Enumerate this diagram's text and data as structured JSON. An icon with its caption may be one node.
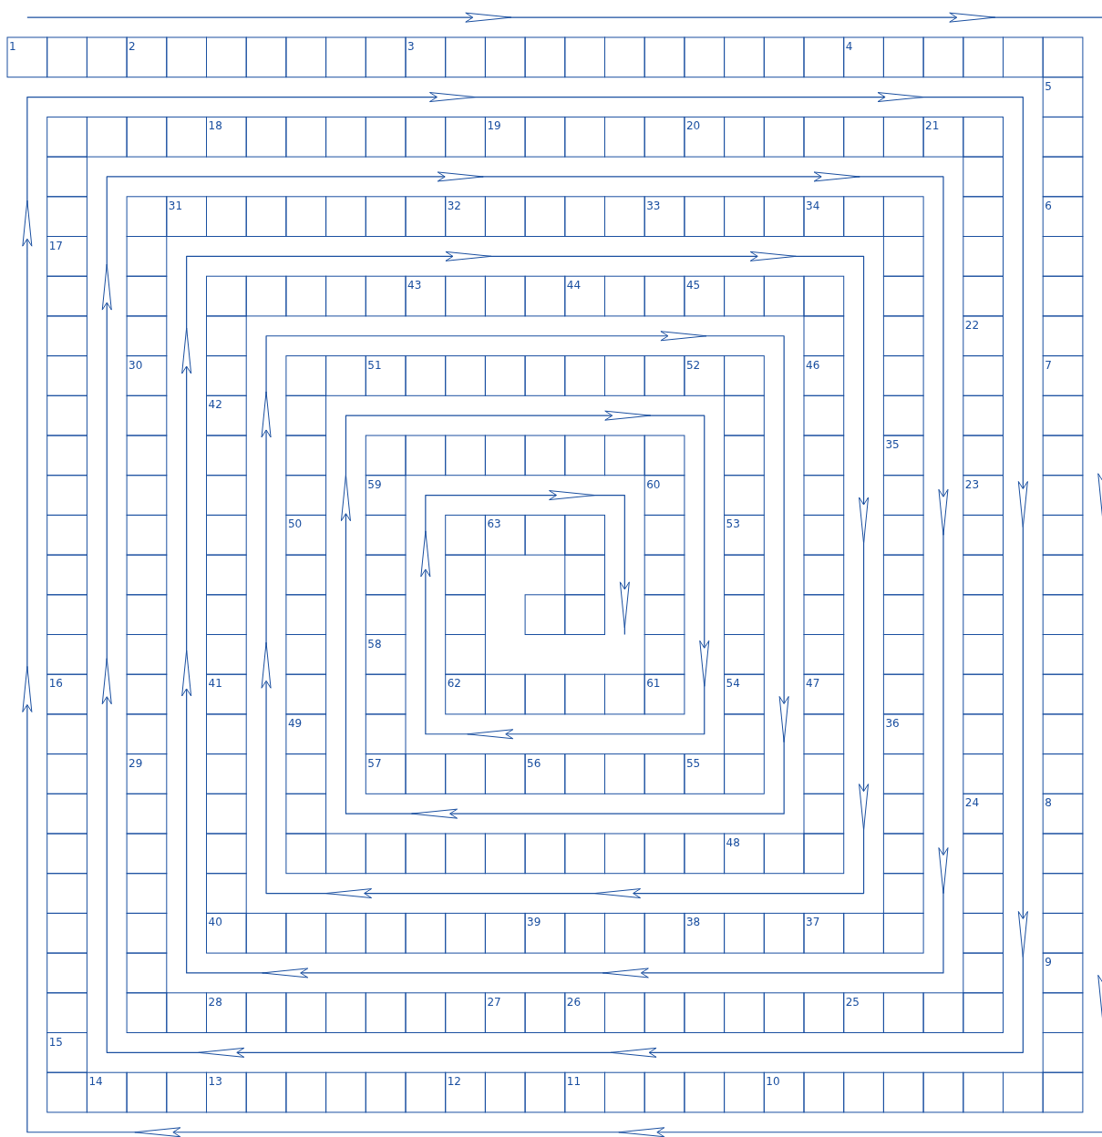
{
  "diagram": {
    "labels": [
      "1",
      "2",
      "3",
      "4",
      "5",
      "6",
      "7",
      "8",
      "9",
      "10",
      "11",
      "12",
      "13",
      "14",
      "15",
      "16",
      "17",
      "18",
      "19",
      "20",
      "21",
      "22",
      "23",
      "24",
      "25",
      "26",
      "27",
      "28",
      "29",
      "30",
      "31",
      "32",
      "33",
      "34",
      "35",
      "36",
      "37",
      "38",
      "39",
      "40",
      "41",
      "42",
      "43",
      "44",
      "45",
      "46",
      "47",
      "48",
      "49",
      "50",
      "51",
      "52",
      "53",
      "54",
      "55",
      "56",
      "57",
      "58",
      "59",
      "60",
      "61",
      "62",
      "63"
    ]
  }
}
